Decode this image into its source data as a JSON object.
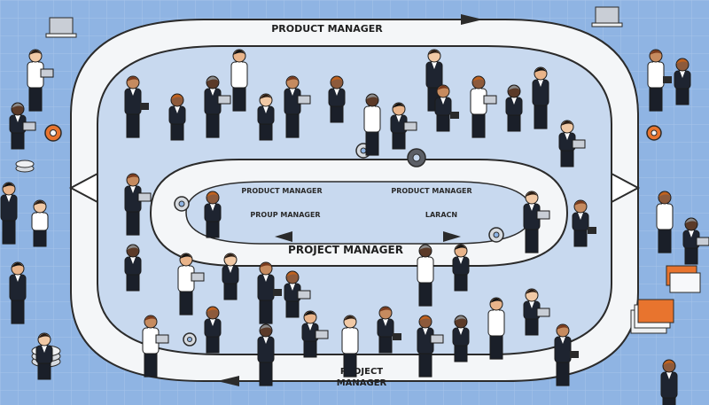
{
  "labels": {
    "top": "PRODUCT MANAGER",
    "inner_left": "PRODUCT MANAGER",
    "inner_right": "PRODUCT MANAGER",
    "inner_lower_left": "PROUP MANAGER",
    "inner_lower_right": "LARACN",
    "center": "PROJECT MANAGER",
    "bottom_line1": "PROJECT",
    "bottom_line2": "MANAGER"
  },
  "colors": {
    "background": "#8fb4e3",
    "grid": "#a7c4ea",
    "loop_fill": "#f4f6f8",
    "suit": "#1e2430",
    "shirt": "#ffffff",
    "accent_orange": "#e8742e",
    "laptop": "#c9ced6"
  },
  "icons": [
    "gear-icon",
    "stacked-disks-icon",
    "laptop-icon",
    "document-stack-icon",
    "briefcase-icon",
    "arrow-right-icon",
    "arrow-left-icon"
  ]
}
